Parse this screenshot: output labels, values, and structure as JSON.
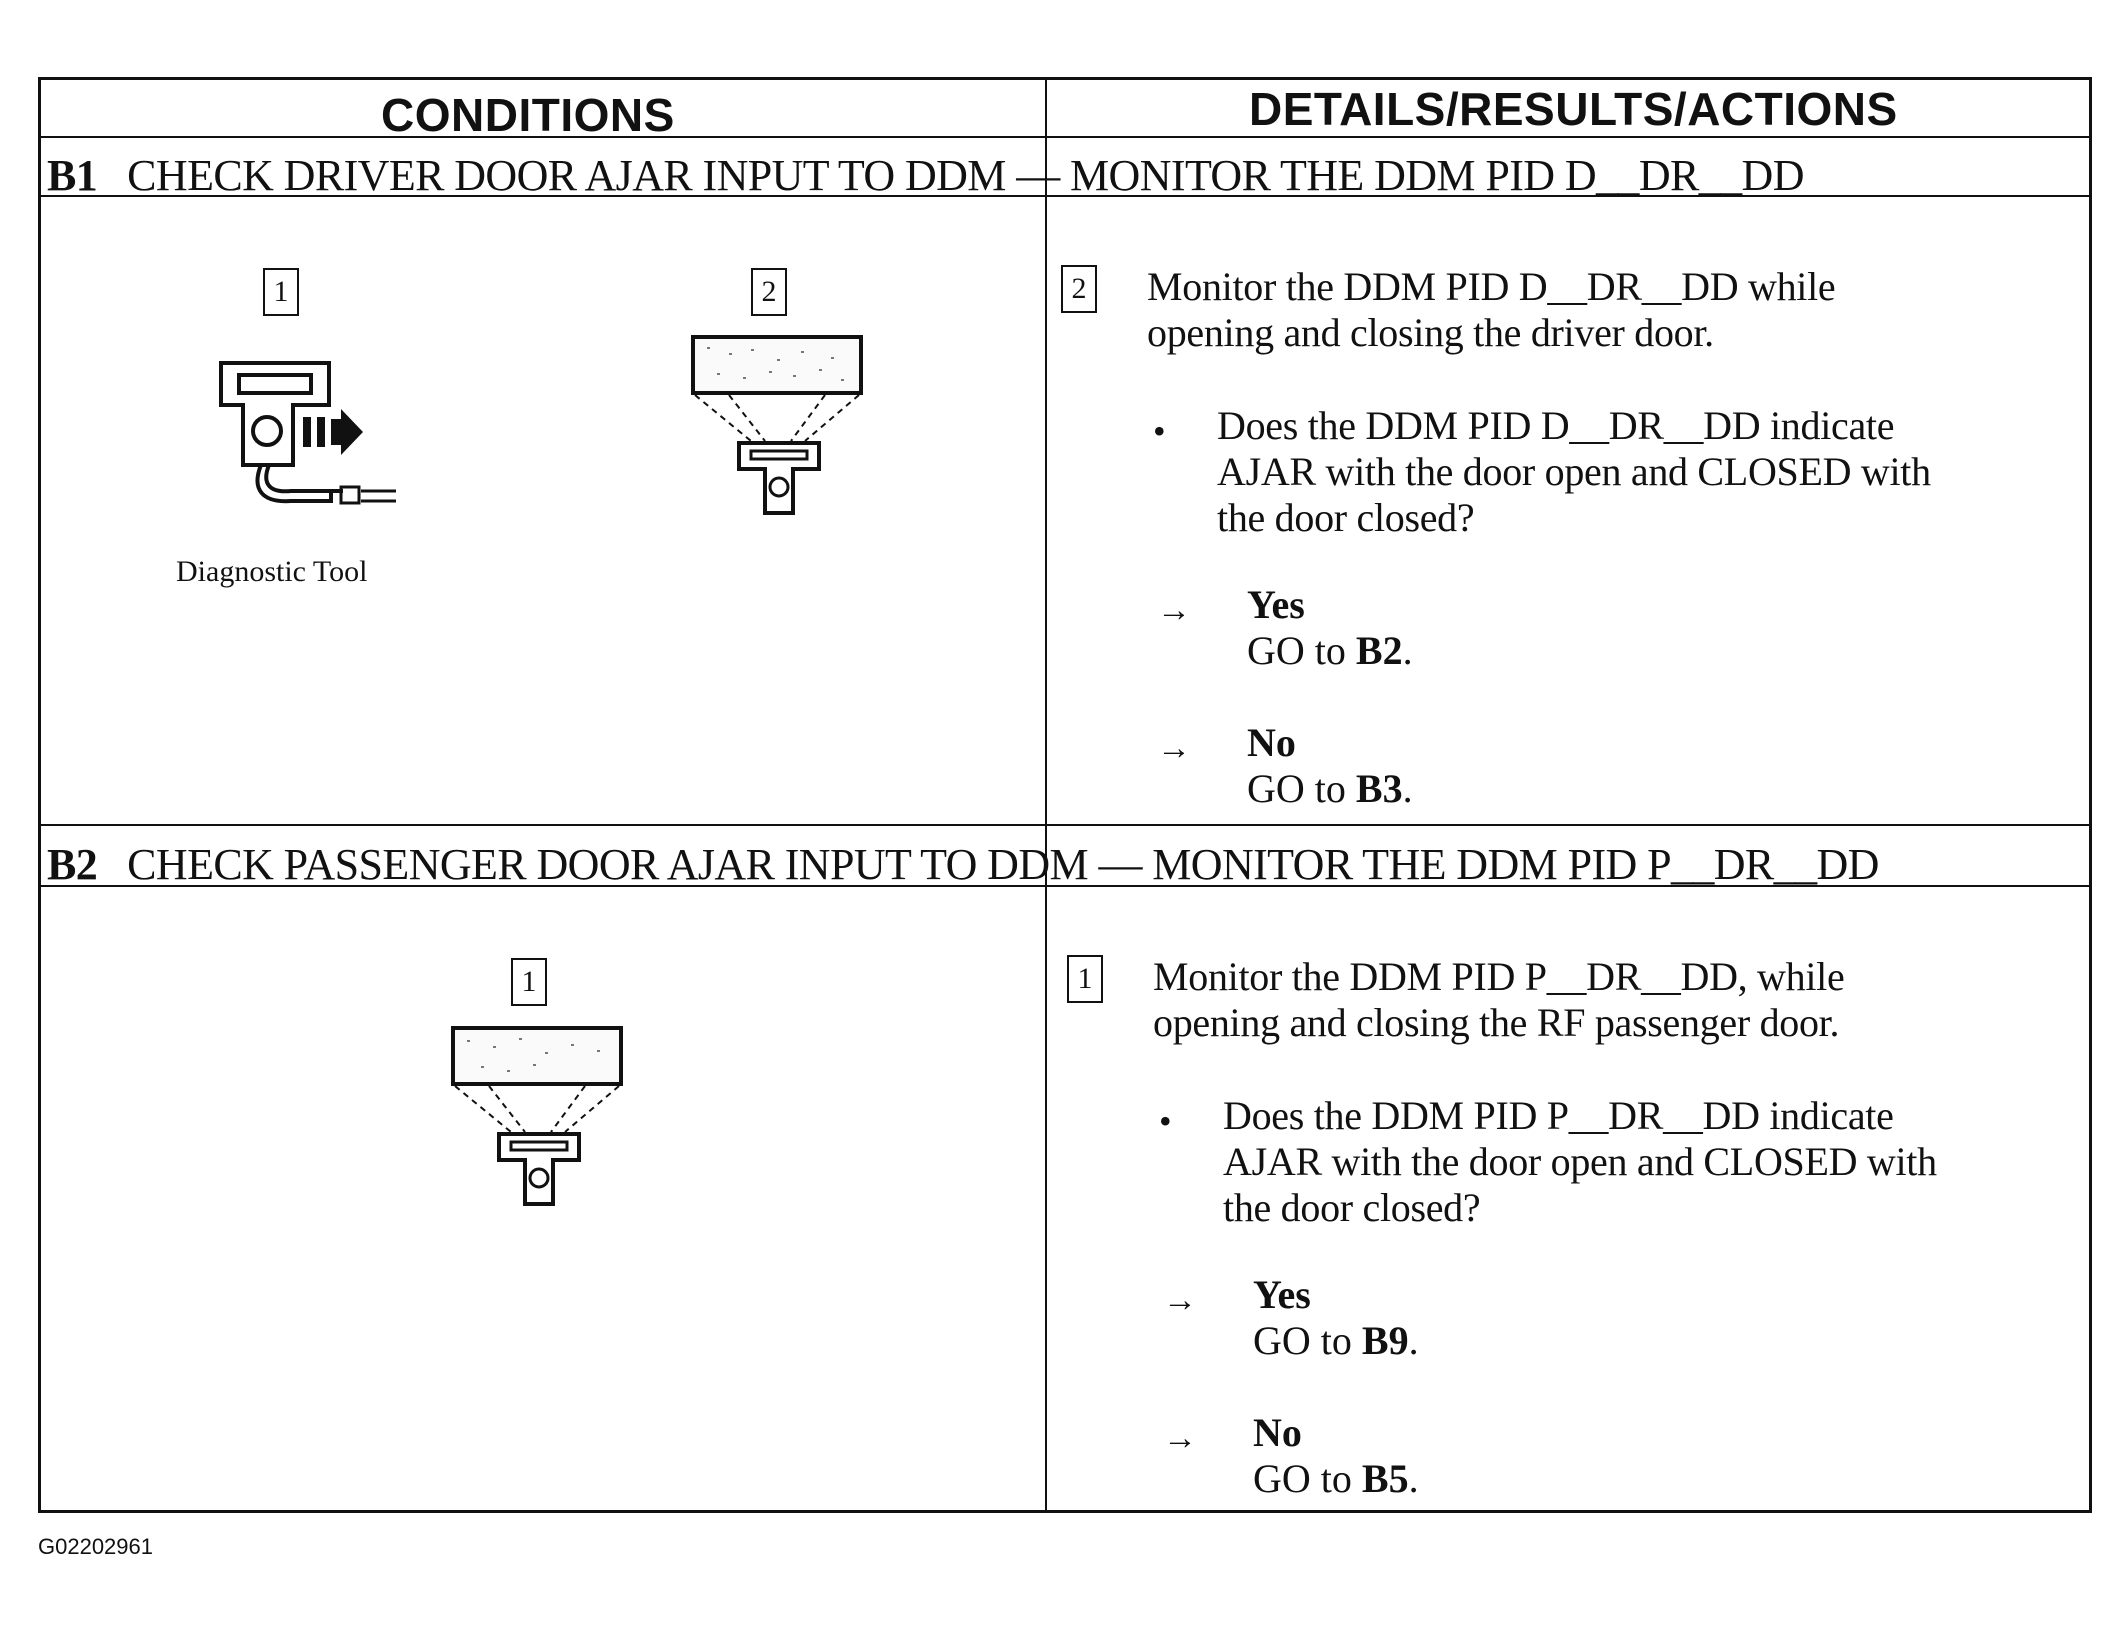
{
  "table": {
    "col_conditions": "CONDITIONS",
    "col_details": "DETAILS/RESULTS/ACTIONS"
  },
  "steps": [
    {
      "id": "B1",
      "title": "CHECK DRIVER DOOR AJAR INPUT TO DDM — MONITOR THE DDM PID D__DR__DD",
      "figure_labels": [
        "1",
        "2"
      ],
      "figure_caption": "Diagnostic Tool",
      "action_number": "2",
      "action_line1": "Monitor the DDM PID D__DR__DD while",
      "action_line2": "opening and closing the driver door.",
      "question_line1": "Does the DDM PID D__DR__DD indicate",
      "question_line2": "AJAR with the door open and CLOSED with",
      "question_line3": "the door closed?",
      "yes_label": "Yes",
      "yes_prefix": "GO to ",
      "yes_target": "B2",
      "no_label": "No",
      "no_prefix": "GO to ",
      "no_target": "B3"
    },
    {
      "id": "B2",
      "title": "CHECK PASSENGER DOOR AJAR INPUT TO DDM — MONITOR THE DDM PID P__DR__DD",
      "figure_labels": [
        "1"
      ],
      "action_number": "1",
      "action_line1": "Monitor the DDM PID P__DR__DD, while",
      "action_line2": "opening and closing the RF passenger door.",
      "question_line1": "Does the DDM PID P__DR__DD indicate",
      "question_line2": "AJAR with the door open and CLOSED with",
      "question_line3": "the door closed?",
      "yes_label": "Yes",
      "yes_prefix": "GO to ",
      "yes_target": "B9",
      "no_label": "No",
      "no_prefix": "GO to ",
      "no_target": "B5"
    }
  ],
  "symbols": {
    "bullet": "•",
    "arrow": "→",
    "period": "."
  },
  "footer": {
    "figure_id": "G02202961"
  }
}
